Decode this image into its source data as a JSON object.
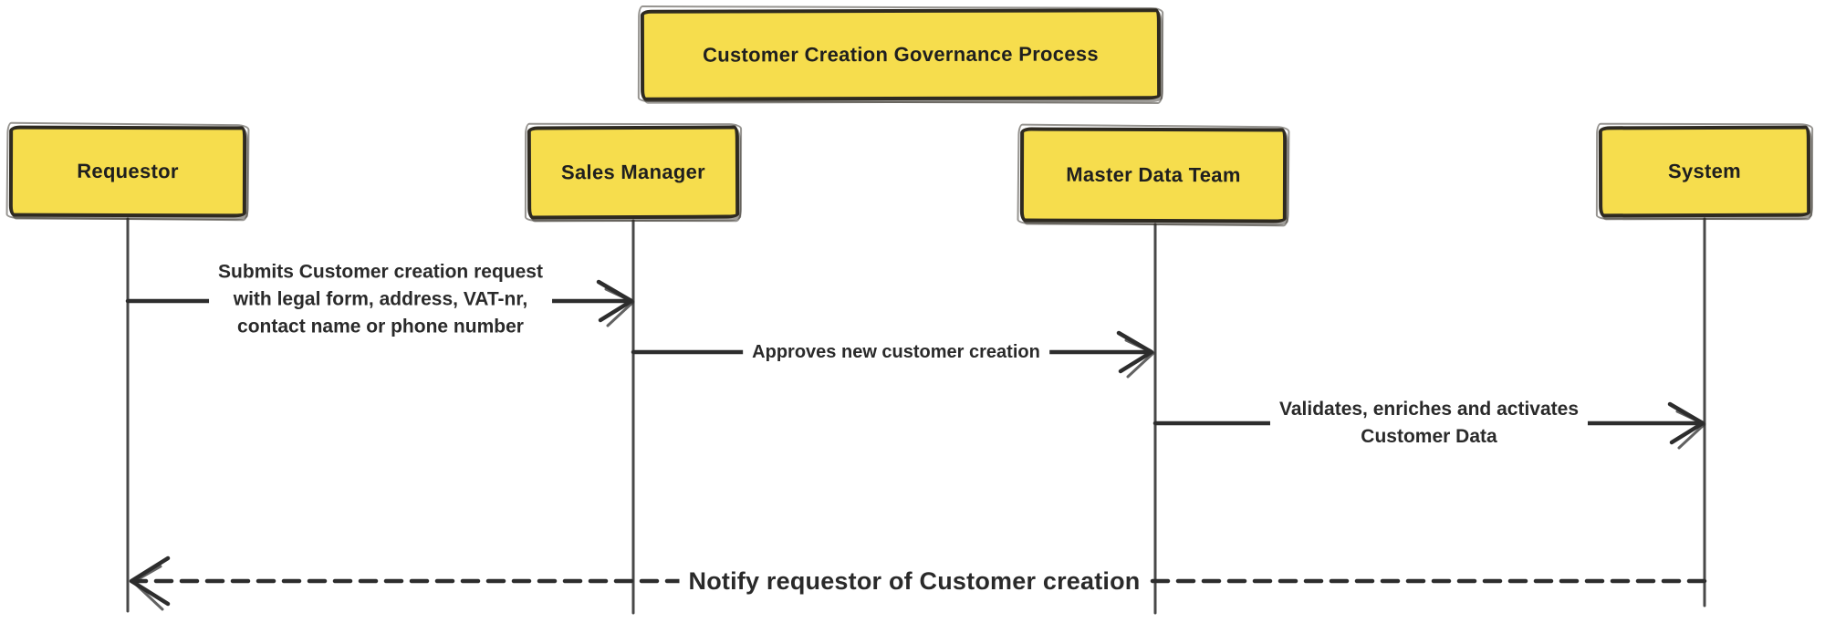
{
  "diagram": {
    "type": "sequence-diagram",
    "style": "hand-drawn-sticky-notes",
    "title": "Customer Creation Governance Process",
    "colors": {
      "note_fill": "#F6DD4D",
      "note_border": "#2E2A21",
      "ink": "#1F1F1F",
      "line": "#2D2D2D",
      "lifeline": "#484848",
      "background": "#FFFFFF"
    },
    "actors": [
      {
        "id": "requestor",
        "label": "Requestor"
      },
      {
        "id": "sales-manager",
        "label": "Sales Manager"
      },
      {
        "id": "master-data-team",
        "label": "Master Data Team"
      },
      {
        "id": "system",
        "label": "System"
      }
    ],
    "messages": [
      {
        "from": "Requestor",
        "to": "Sales Manager",
        "line_style": "solid",
        "direction": "right",
        "lines": [
          "Submits Customer creation request",
          "with legal form, address, VAT-nr,",
          "contact name or phone number"
        ]
      },
      {
        "from": "Sales Manager",
        "to": "Master Data Team",
        "line_style": "solid",
        "direction": "right",
        "lines": [
          "Approves new customer creation"
        ]
      },
      {
        "from": "Master Data Team",
        "to": "System",
        "line_style": "solid",
        "direction": "right",
        "lines": [
          "Validates, enriches and activates",
          "Customer Data"
        ]
      },
      {
        "from": "System",
        "to": "Requestor",
        "line_style": "dashed",
        "direction": "left",
        "lines": [
          "Notify requestor of Customer creation"
        ]
      }
    ]
  }
}
